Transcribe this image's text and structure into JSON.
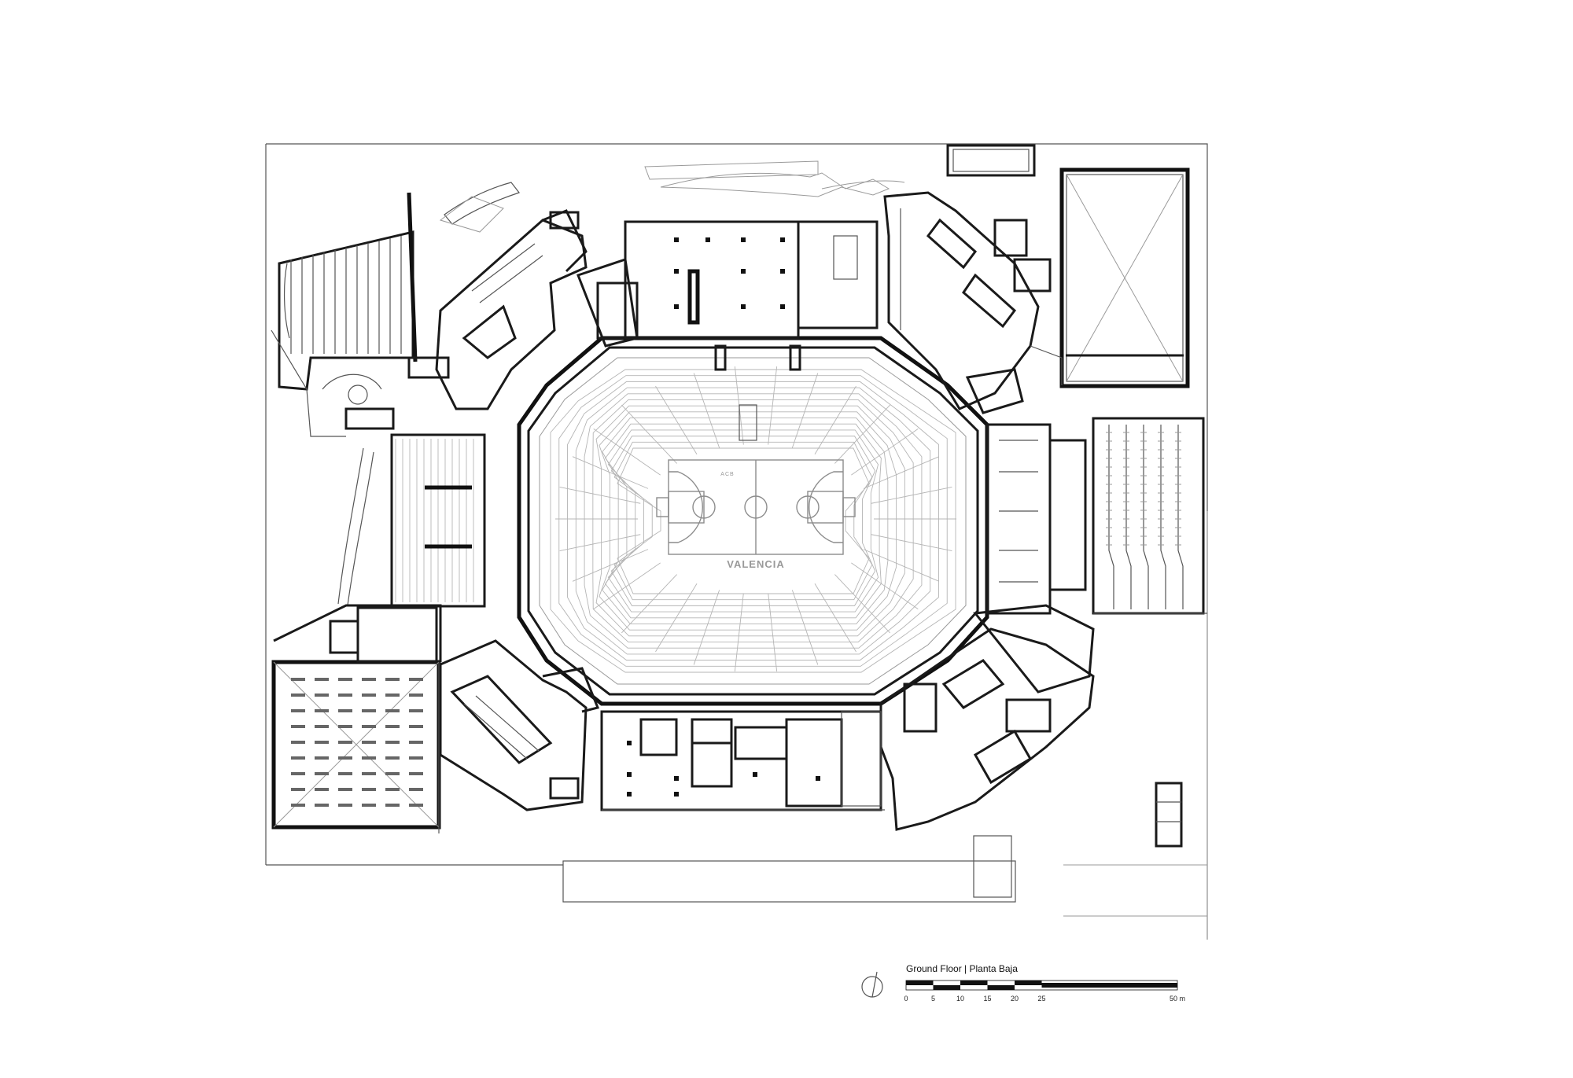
{
  "drawing": {
    "title": "Ground Floor | Planta Baja",
    "court_label": "VALENCIA",
    "court_small_label": "ACB"
  },
  "scale_bar": {
    "ticks": [
      "0",
      "5",
      "10",
      "15",
      "20",
      "25"
    ],
    "end_label": "50 m"
  }
}
